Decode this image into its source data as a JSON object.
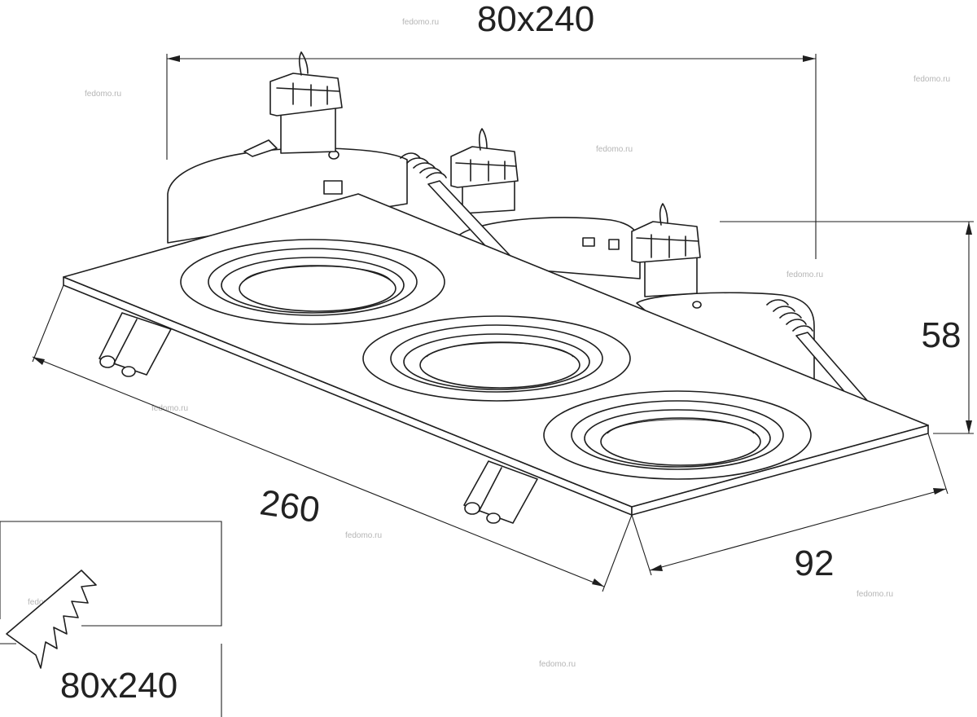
{
  "dimensions": {
    "top_width": "80x240",
    "height": "58",
    "length": "260",
    "depth": "92",
    "cutout": "80x240"
  },
  "watermark": "fedomo.ru",
  "colors": {
    "line": "#1e1e1e",
    "text": "#222222",
    "watermark": "#b5b5b5",
    "background": "#ffffff"
  }
}
